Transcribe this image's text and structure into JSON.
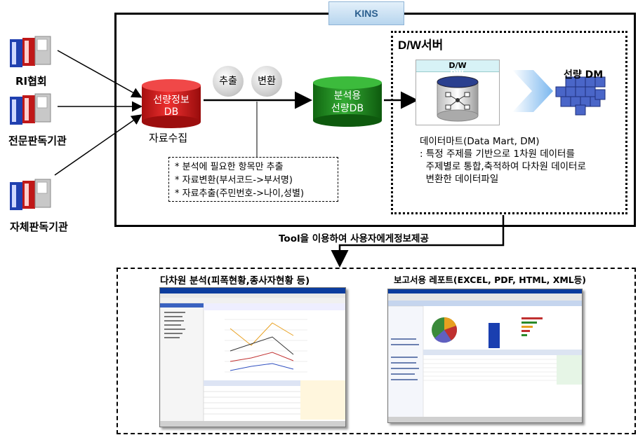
{
  "header": {
    "kins_label": "KINS"
  },
  "sources": [
    {
      "label": "RI협회"
    },
    {
      "label": "전문판독기관"
    },
    {
      "label": "자체판독기관"
    }
  ],
  "collection": {
    "db_label": "선량정보\nDB",
    "caption": "자료수집"
  },
  "steps": {
    "extract": "추출",
    "transform": "변환"
  },
  "analysis_db": {
    "label": "분석용\n선량DB"
  },
  "notes": [
    "* 분석에 필요한 항목만 추출",
    "* 자료변환(부서코드->부서명)",
    "* 자료추출(주민번호->나이,성별)"
  ],
  "dw_server": {
    "title": "D/W서버",
    "panel_label": "D/W",
    "cylinder_label": "DW",
    "dm_label": "선량 DM",
    "mart_title": "데이터마트(Data Mart, DM)",
    "mart_desc": [
      ": 특정 주제를 기반으로 1차원 데이터를",
      "  주제별로 통합,축적하여 다차원 데이터로",
      "  변환한 데이터파일"
    ]
  },
  "tool_caption": "Tool을 이용하여 사용자에게정보제공",
  "outputs": {
    "analysis_title": "다차원 분석(피폭현황,종사자현황 등)",
    "report_title": "보고서용 레포트(EXCEL, PDF, HTML, XML등)"
  },
  "colors": {
    "red_db": "#d81818",
    "green_db": "#1f8a1f",
    "blue_binder": "#2040b0",
    "red_binder": "#c01818"
  }
}
